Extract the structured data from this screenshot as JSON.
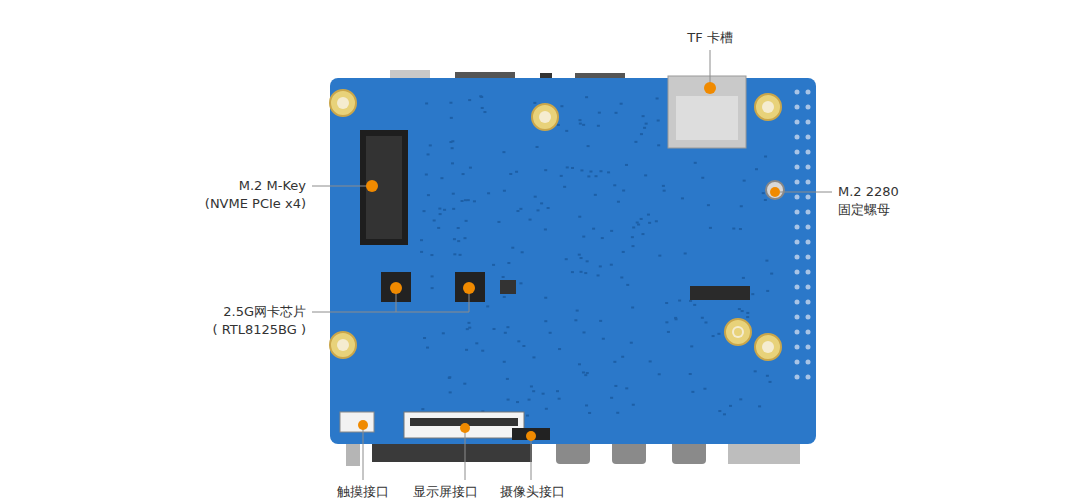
{
  "diagram": {
    "labels": [
      "TF 卡槽",
      "M.2 M-Key",
      "(NVME PCIe x4)",
      "M.2 2280",
      "固定螺母",
      "2.5G网卡芯片",
      "( RTL8125BG )",
      "触摸接口",
      "显示屏接口",
      "摄像头接口"
    ]
  }
}
